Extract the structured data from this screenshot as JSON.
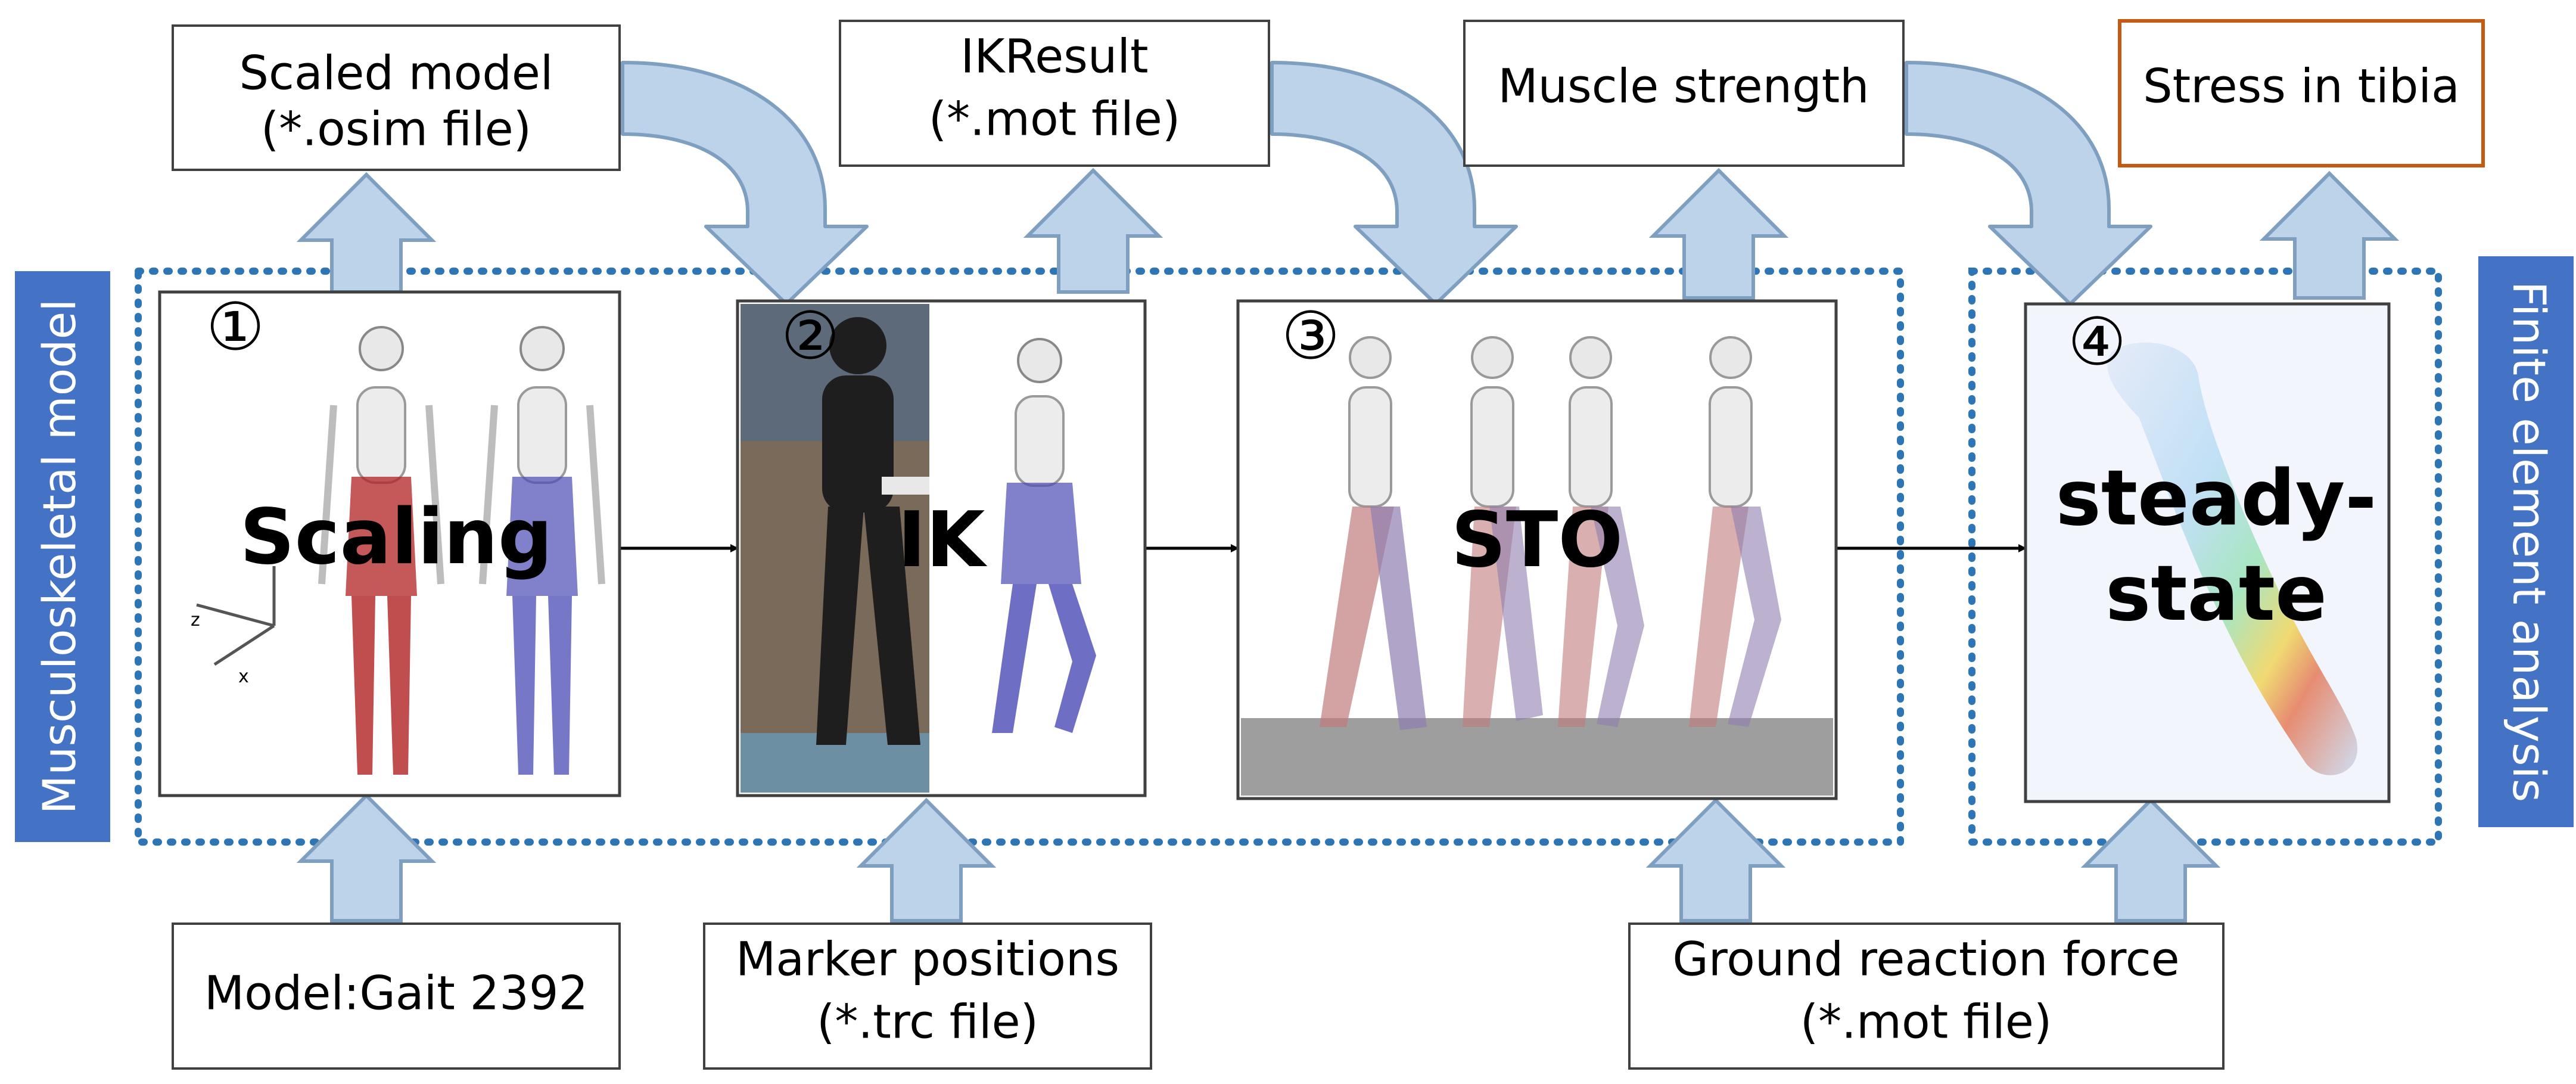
{
  "sections": {
    "left": "Musculoskeletal model",
    "right": "Finite element analysis"
  },
  "outputs": {
    "scaled_model": {
      "line1": "Scaled model",
      "line2": "(*.osim file)"
    },
    "ik_result": {
      "line1": "IKResult",
      "line2": "(*.mot file)"
    },
    "muscle_strength": {
      "line1": "Muscle strength"
    },
    "stress": {
      "line1": "Stress in tibia"
    }
  },
  "inputs": {
    "model": {
      "line1": "Model:Gait 2392"
    },
    "markers": {
      "line1": "Marker positions",
      "line2": "(*.trc file)"
    },
    "grf": {
      "line1": "Ground reaction force",
      "line2": "(*.mot file)"
    }
  },
  "steps": [
    {
      "number": "①",
      "title": "Scaling"
    },
    {
      "number": "②",
      "title": "IK"
    },
    {
      "number": "③",
      "title": "STO"
    },
    {
      "number": "④",
      "title_line1": "steady-",
      "title_line2": "state"
    }
  ],
  "axis_labels": {
    "z": "z",
    "x": "x"
  },
  "colors": {
    "arrow_fill": "#bcd3ea",
    "arrow_stroke": "#7f9fc1",
    "section_blue": "#4472c4",
    "dotted_border": "#2e75b6",
    "stress_border": "#c55a11",
    "muscle_red": "#b22222",
    "muscle_blue": "#4a4ab5"
  }
}
